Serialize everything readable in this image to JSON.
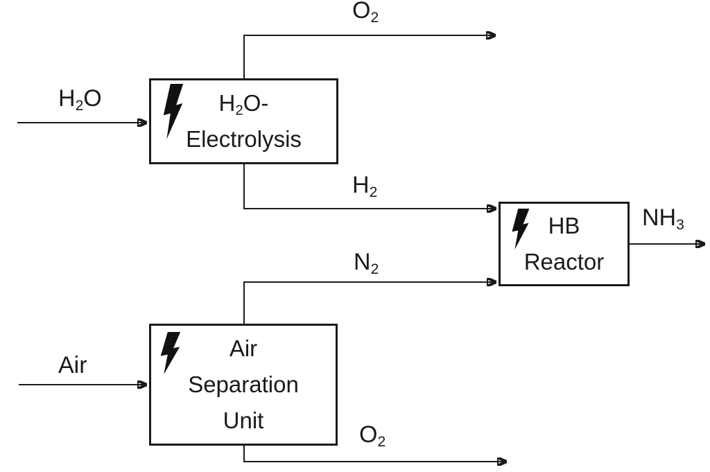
{
  "diagram": {
    "description": "Power-to-ammonia process flow diagram",
    "colors": {
      "stroke": "#1a1a1a",
      "background": "#ffffff",
      "text": "#1a1a1a",
      "bolt": "#111111"
    },
    "units": {
      "electrolysis": {
        "line1": {
          "base": "H",
          "sub": "2",
          "tail": "O-"
        },
        "line2": "Electrolysis",
        "power_icon": "lightning-bolt"
      },
      "asu": {
        "line1": "Air",
        "line2": "Separation",
        "line3": "Unit",
        "power_icon": "lightning-bolt"
      },
      "hb": {
        "line1": "HB",
        "line2": "Reactor",
        "power_icon": "lightning-bolt"
      }
    },
    "streams": {
      "h2o_in": {
        "from": "feed",
        "to": "electrolysis",
        "label": {
          "base": "H",
          "sub": "2",
          "tail": "O"
        }
      },
      "o2_top": {
        "from": "electrolysis",
        "to": "vent",
        "label": {
          "base": "O",
          "sub": "2",
          "tail": ""
        }
      },
      "h2": {
        "from": "electrolysis",
        "to": "hb",
        "label": {
          "base": "H",
          "sub": "2",
          "tail": ""
        }
      },
      "n2": {
        "from": "asu",
        "to": "hb",
        "label": {
          "base": "N",
          "sub": "2",
          "tail": ""
        }
      },
      "air_in": {
        "from": "feed",
        "to": "asu",
        "label": {
          "base": "Air",
          "sub": "",
          "tail": ""
        }
      },
      "o2_bottom": {
        "from": "asu",
        "to": "vent",
        "label": {
          "base": "O",
          "sub": "2",
          "tail": ""
        }
      },
      "nh3_out": {
        "from": "hb",
        "to": "product",
        "label": {
          "base": "NH",
          "sub": "3",
          "tail": ""
        }
      }
    }
  }
}
